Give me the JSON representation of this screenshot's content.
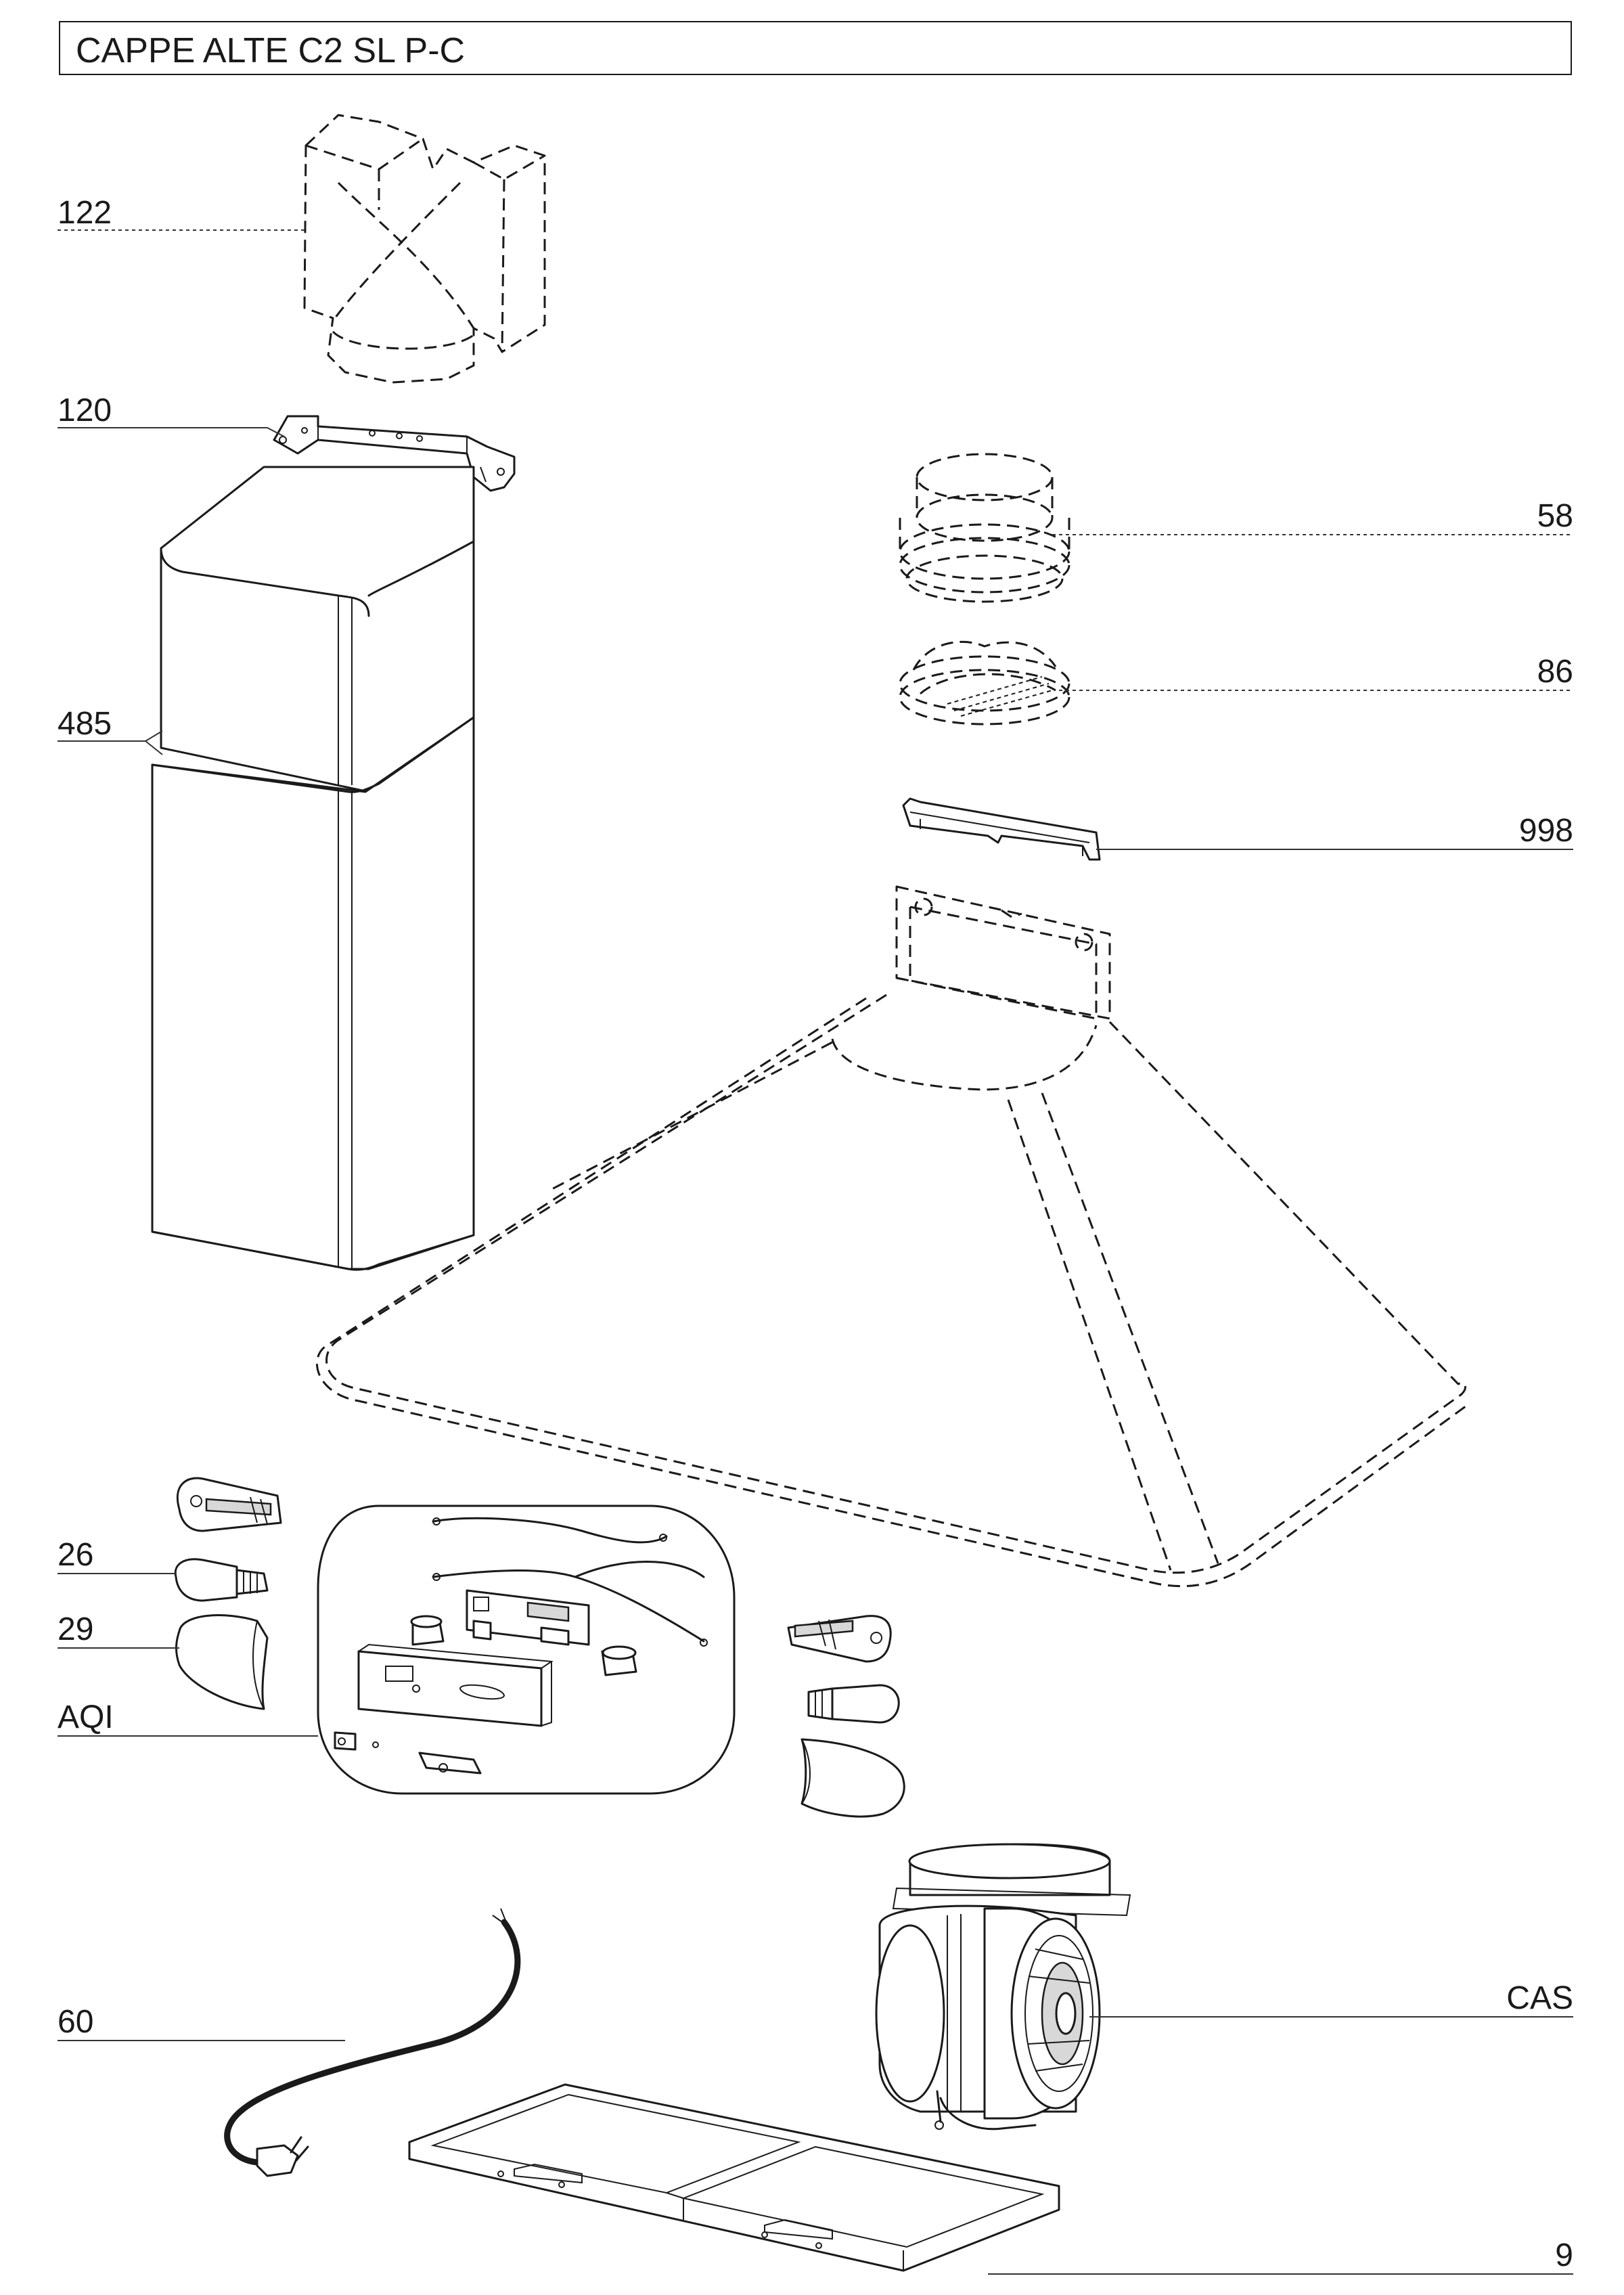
{
  "title": "CAPPE ALTE C2 SL P-C",
  "labels": {
    "p122": "122",
    "p120": "120",
    "p485": "485",
    "p58": "58",
    "p86": "86",
    "p998": "998",
    "p26": "26",
    "p29": "29",
    "pAQI": "AQI",
    "p60": "60",
    "pCAS": "CAS",
    "p9": "9"
  }
}
